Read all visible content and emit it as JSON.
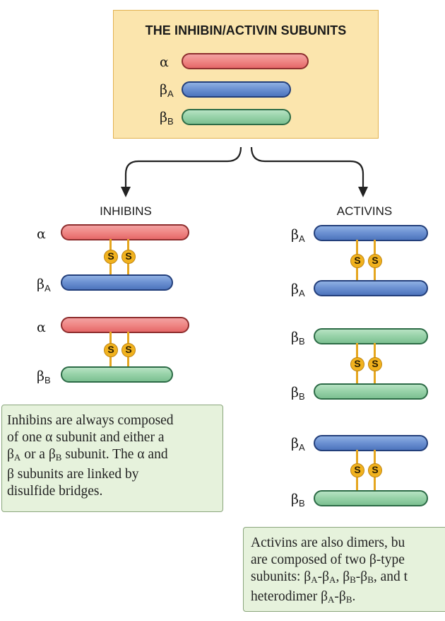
{
  "top_box": {
    "title": "THE INHIBIN/ACTIVIN SUBUNITS",
    "subunits": [
      {
        "symbol": "α",
        "sub": "",
        "color": "red"
      },
      {
        "symbol": "β",
        "sub": "A",
        "color": "blue"
      },
      {
        "symbol": "β",
        "sub": "B",
        "color": "green"
      }
    ]
  },
  "inhibins": {
    "label": "INHIBINS",
    "pairs": [
      {
        "top": {
          "symbol": "α",
          "sub": ""
        },
        "bottom": {
          "symbol": "β",
          "sub": "A"
        },
        "bond": [
          "S",
          "S"
        ]
      },
      {
        "top": {
          "symbol": "α",
          "sub": ""
        },
        "bottom": {
          "symbol": "β",
          "sub": "B"
        },
        "bond": [
          "S",
          "S"
        ]
      }
    ],
    "note": {
      "line1": "Inhibins are always composed",
      "line2": "of one α subunit and either a",
      "line3_pre": "β",
      "line3_sub1": "A",
      "line3_mid": " or a β",
      "line3_sub2": "B",
      "line3_post": " subunit. The α and",
      "line4": "β subunits are linked by",
      "line5": "disulfide bridges."
    }
  },
  "activins": {
    "label": "ACTIVINS",
    "pairs": [
      {
        "top": {
          "symbol": "β",
          "sub": "A"
        },
        "bottom": {
          "symbol": "β",
          "sub": "A"
        },
        "bond": [
          "S",
          "S"
        ]
      },
      {
        "top": {
          "symbol": "β",
          "sub": "B"
        },
        "bottom": {
          "symbol": "β",
          "sub": "B"
        },
        "bond": [
          "S",
          "S"
        ]
      },
      {
        "top": {
          "symbol": "β",
          "sub": "A"
        },
        "bottom": {
          "symbol": "β",
          "sub": "B"
        },
        "bond": [
          "S",
          "S"
        ]
      }
    ],
    "note": {
      "line1": "Activins are also dimers, bu",
      "line2": "are composed of two β-type",
      "line3_a": "subunits: β",
      "line3_s1": "A",
      "line3_b": "-β",
      "line3_s2": "A",
      "line3_c": ", β",
      "line3_s3": "B",
      "line3_d": "-β",
      "line3_s4": "B",
      "line3_e": ", and t",
      "line4_a": "heterodimer β",
      "line4_s1": "A",
      "line4_b": "-β",
      "line4_s2": "B",
      "line4_c": "."
    }
  },
  "colors": {
    "box_fill": "#fbe5ad",
    "box_border": "#e2b250",
    "alpha_red": "#f08a88",
    "beta_a_blue": "#6e93d3",
    "beta_b_green": "#99d3aa",
    "disulfide_gold": "#f1b21e",
    "note_fill": "#e6f2dc"
  }
}
